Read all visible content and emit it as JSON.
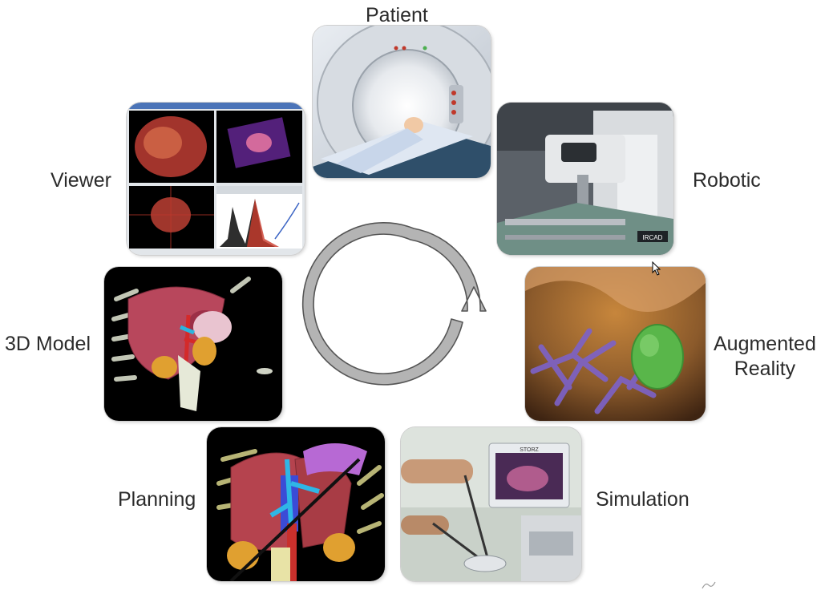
{
  "stages": {
    "patient": "Patient",
    "robotic": "Robotic",
    "augmented_line1": "Augmented",
    "augmented_line2": "Reality",
    "simulation": "Simulation",
    "planning": "Planning",
    "model_3d": "3D Model",
    "viewer": "Viewer"
  },
  "tile_text": {
    "robotic_logo": "IRCAD",
    "simulator_brand": "STORZ"
  },
  "colors": {
    "arrow_fill": "#b4b4b4",
    "arrow_stroke": "#555555",
    "label_text": "#2b2b2b",
    "tile_border": "#cfcfcf"
  },
  "icons": {
    "cycle": "circular-arrow-icon",
    "cursor": "mouse-pointer-icon"
  }
}
